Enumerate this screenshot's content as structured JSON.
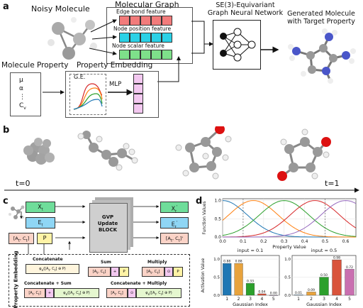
{
  "panels": {
    "a": "a",
    "b": "b",
    "c": "c",
    "d": "d"
  },
  "a": {
    "noisy_molecule": "Noisy Molecule",
    "molecular_graph": "Molecular Graph",
    "edge_bond_feature": "Edge bond feature",
    "node_position_feature": "Node position feature",
    "node_scalar_feature": "Node scalar feature",
    "gnn_line1": "SE(3)-Equivariant",
    "gnn_line2": "Graph Neural Network",
    "generated_line1": "Generated Molecule",
    "generated_line2": "with Target Property",
    "molecule_property": "Molecule Property",
    "property_embedding": "Property Embedding",
    "mu": "μ",
    "alpha": "α",
    "dots": "⋮",
    "cv": "C",
    "cv_sub": "v",
    "ge": "G.E.",
    "mlp": "MLP"
  },
  "b": {
    "t0": "t=0",
    "t1": "t=1"
  },
  "c": {
    "xt": "X",
    "xt_sub": "t",
    "et": "E",
    "et_sub": "t",
    "xt_out": "X",
    "xt_out_sub": "t",
    "xt_out_sup": "'",
    "et_out": "E",
    "et_out_sub": "t",
    "et_out_sup": "'",
    "ac": "[A",
    "ac_mid": ", C",
    "ac_end": "]",
    "ac_out": "[A",
    "ac_out_mid": ", C",
    "ac_out_end": "]",
    "p": "P",
    "gvp_line1": "GVP",
    "gvp_line2": "Update",
    "gvp_line3": "BLOCK",
    "property_embedding_v": "Property Embedding",
    "concatenate": "Concatenate",
    "concat_formula": "φ",
    "sum": "Sum",
    "multiply": "Multiply",
    "concat_sum": "Concatenate + Sum",
    "concat_multiply": "Concatenate + Multiply",
    "plus": "+",
    "odot": "⊙"
  },
  "d": {
    "chart_data": [
      {
        "type": "line",
        "title": "",
        "xlabel": "Property Value",
        "ylabel": "Function Values",
        "xlim": [
          0,
          0.65
        ],
        "ylim": [
          0,
          1.05
        ],
        "xticks": [
          "0.0",
          "0.1",
          "0.2",
          "0.3",
          "0.4",
          "0.5",
          "0.6"
        ],
        "yticks": [
          "0.0",
          "0.5",
          "1.0"
        ],
        "grid": true,
        "series": [
          {
            "center": 0.0,
            "sigma": 0.12,
            "color": "#1f77b4"
          },
          {
            "center": 0.15,
            "sigma": 0.12,
            "color": "#ff7f0e"
          },
          {
            "center": 0.3,
            "sigma": 0.12,
            "color": "#2ca02c"
          },
          {
            "center": 0.45,
            "sigma": 0.12,
            "color": "#d62728"
          },
          {
            "center": 0.6,
            "sigma": 0.12,
            "color": "#9467bd"
          }
        ],
        "vlines": [
          0.1,
          0.5
        ]
      },
      {
        "type": "bar",
        "title": "input = 0.1",
        "xlabel": "Gaussian Index",
        "ylabel": "Activation Value",
        "categories": [
          "1",
          "2",
          "3",
          "4",
          "5"
        ],
        "values": [
          0.88,
          0.88,
          0.33,
          0.04,
          0.0
        ],
        "labels": [
          "0.88",
          "0.88",
          "0.33",
          "0.04",
          "0.00"
        ],
        "yticks": [
          "0.0",
          "0.5",
          "1.0"
        ],
        "ylim": [
          0,
          1.1
        ],
        "colors": [
          "#1f77b4",
          "#e8a33d",
          "#2ca02c",
          "#d9533b",
          "#a06fb0"
        ]
      },
      {
        "type": "bar",
        "title": "input = 0.5",
        "xlabel": "Gaussian Index",
        "ylabel": "",
        "categories": [
          "1",
          "2",
          "3",
          "4",
          "5"
        ],
        "values": [
          0.01,
          0.09,
          0.5,
          0.98,
          0.72
        ],
        "labels": [
          "0.01",
          "0.09",
          "0.50",
          "0.98",
          "0.72"
        ],
        "yticks": [
          "0.0",
          "0.5",
          "1.0"
        ],
        "ylim": [
          0,
          1.1
        ],
        "colors": [
          "#1f77b4",
          "#e8a33d",
          "#2ca02c",
          "#d9533b",
          "#c96fb0"
        ]
      }
    ]
  },
  "colors": {
    "red_feature": "#f27b7b",
    "cyan_feature": "#2bd1e6",
    "green_feature": "#7ee08a",
    "pink_feature": "#f3c8f0",
    "x_box": "#6fdd9a",
    "e_box": "#8fd6f5",
    "ac_box": "#fbd3c7",
    "p_box": "#fff3a6"
  }
}
